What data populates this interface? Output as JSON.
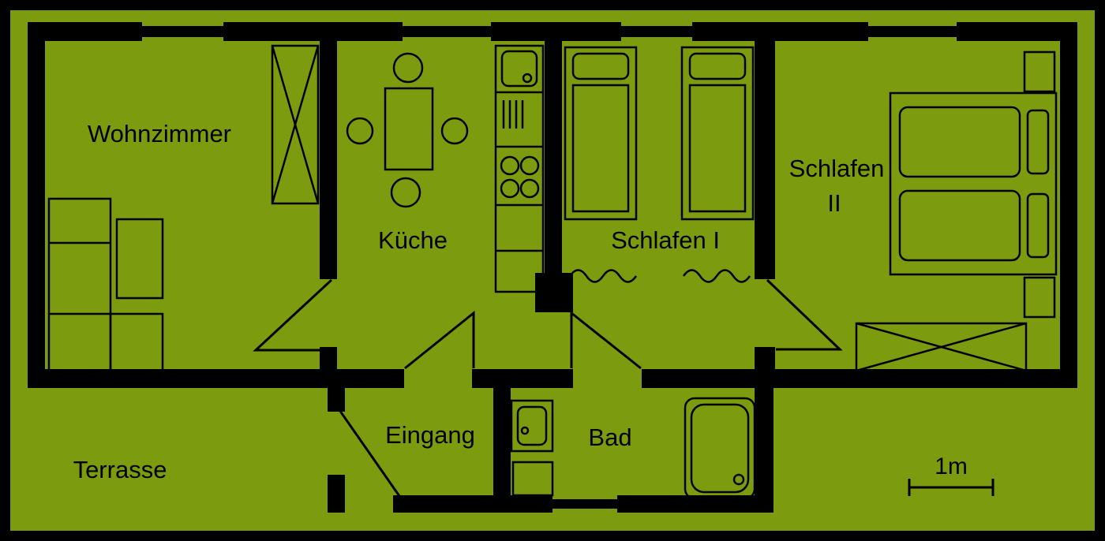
{
  "colors": {
    "background": "#7d9b0e",
    "ink": "#000000"
  },
  "labels": {
    "wohnzimmer": "Wohnzimmer",
    "kueche": "Küche",
    "schlafen_1": "Schlafen I",
    "schlafen_2_line1": "Schlafen",
    "schlafen_2_line2": "II",
    "eingang": "Eingang",
    "bad": "Bad",
    "terrasse": "Terrasse",
    "scale": "1m"
  }
}
